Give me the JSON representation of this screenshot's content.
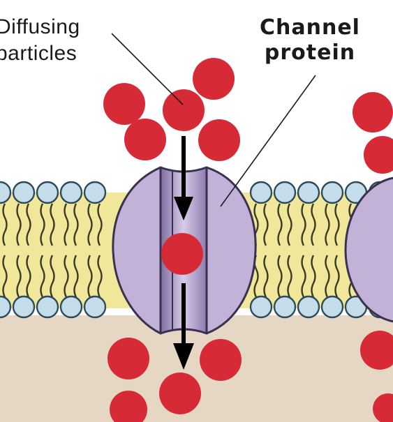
{
  "labels": {
    "diffusing_particles": [
      "Diffusing",
      "particles"
    ],
    "channel_protein": [
      "Channel",
      "protein"
    ]
  },
  "colors": {
    "particle": "#d62b36",
    "phospholipid_head": "#c5ddea",
    "head_outline": "#2d4a5a",
    "lipid_tail": "#f0e79a",
    "tail_outline": "#3a3a20",
    "protein": "#c2b2d8",
    "protein_shadow": "#9887b3",
    "protein_outline": "#3a3050",
    "cytoplasm": "#e6d6c4",
    "arrow": "#000000"
  },
  "membrane_components": [
    "phospholipid-head",
    "lipid-tail",
    "channel-protein",
    "diffusing-particle",
    "diffusion-arrow"
  ]
}
